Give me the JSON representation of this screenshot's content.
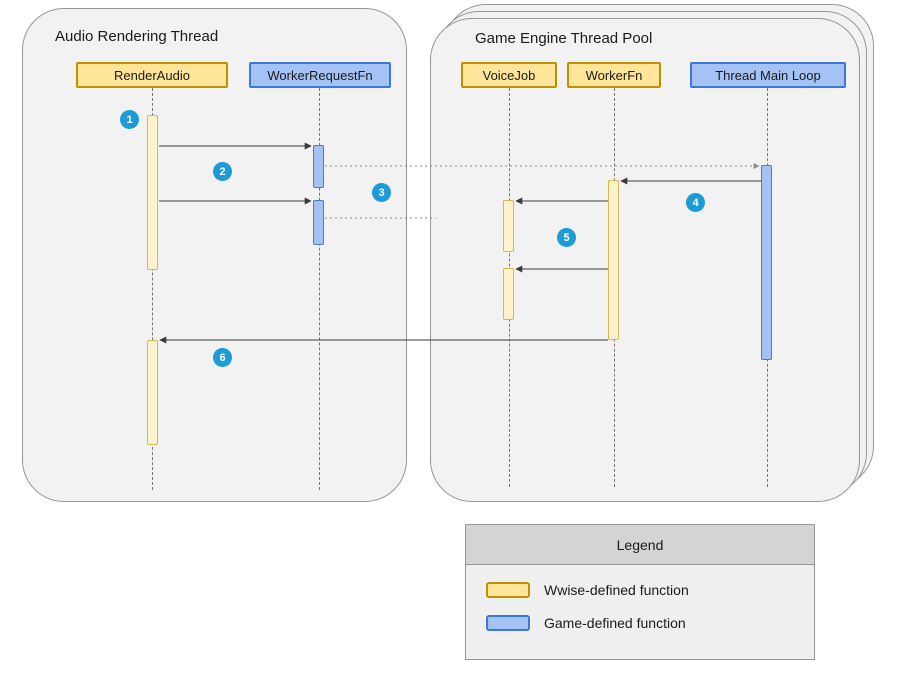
{
  "diagram": {
    "containers": [
      {
        "title": "Audio Rendering Thread"
      },
      {
        "title": "Game Engine Thread Pool"
      }
    ],
    "lifelines": [
      {
        "label": "RenderAudio",
        "kind": "wwise"
      },
      {
        "label": "WorkerRequestFn",
        "kind": "game"
      },
      {
        "label": "VoiceJob",
        "kind": "wwise"
      },
      {
        "label": "WorkerFn",
        "kind": "wwise"
      },
      {
        "label": "Thread Main Loop",
        "kind": "game"
      }
    ],
    "badges": [
      {
        "label": "1"
      },
      {
        "label": "2"
      },
      {
        "label": "3"
      },
      {
        "label": "4"
      },
      {
        "label": "5"
      },
      {
        "label": "6"
      }
    ]
  },
  "legend": {
    "title": "Legend",
    "entries": [
      {
        "label": "Wwise-defined function",
        "kind": "wwise"
      },
      {
        "label": "Game-defined function",
        "kind": "game"
      }
    ]
  },
  "colors": {
    "wwise_fill": "#ffe599",
    "wwise_border": "#bf9000",
    "wwise_bar_fill": "#fff2cc",
    "game_fill": "#a4c2f4",
    "game_border": "#3c78d8",
    "badge_blue": "#1d9bd9",
    "container_fill": "#f2f2f2",
    "container_border": "#979797",
    "legend_header_fill": "#d4d4d4"
  }
}
